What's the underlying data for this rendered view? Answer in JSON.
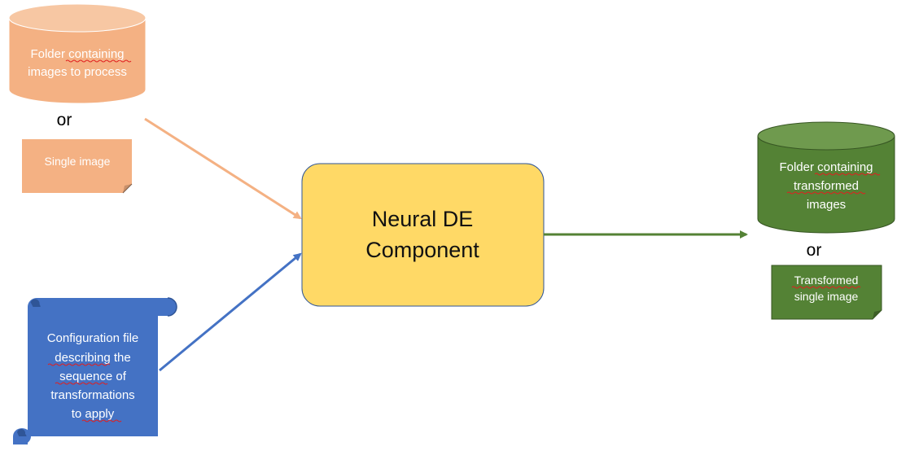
{
  "inputs": {
    "folder_line1": "Folder containing",
    "folder_line2": "images to process",
    "or": "or",
    "single_image": "Single image"
  },
  "config": {
    "line1": "Configuration file",
    "line2": "describing the",
    "line3": "sequence of",
    "line4": "transformations",
    "line5": "to apply"
  },
  "center": {
    "line1": "Neural DE",
    "line2": "Component"
  },
  "outputs": {
    "folder_line1": "Folder containing",
    "folder_line2": "transformed",
    "folder_line3": "images",
    "or": "or",
    "single_line1": "Transformed",
    "single_line2": "single image"
  },
  "colors": {
    "input": "#f4b183",
    "config": "#4472c4",
    "center": "#ffd966",
    "output": "#548235"
  }
}
